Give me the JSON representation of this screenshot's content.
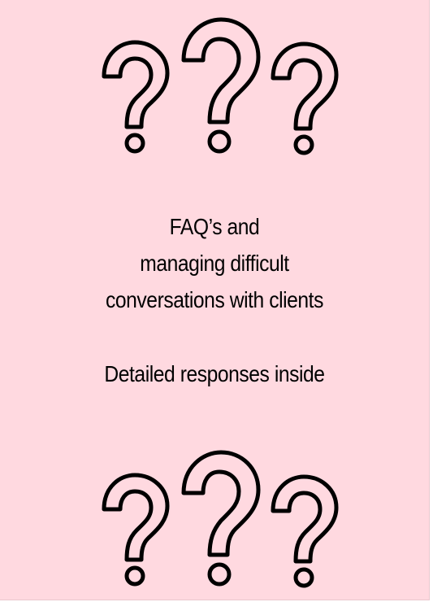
{
  "cover": {
    "title_lines": [
      "FAQ’s and",
      "managing difficult",
      "conversations with clients"
    ],
    "subtitle": "Detailed responses inside"
  },
  "decorations": {
    "top_group": [
      "question-mark-icon",
      "question-mark-icon",
      "question-mark-icon"
    ],
    "bottom_group": [
      "question-mark-icon",
      "question-mark-icon",
      "question-mark-icon"
    ]
  },
  "colors": {
    "background": "#ffd9e0",
    "ink": "#000000"
  }
}
